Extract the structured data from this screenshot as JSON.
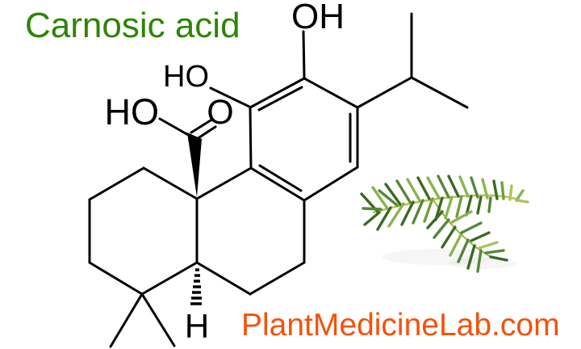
{
  "title": {
    "text": "Carnosic acid",
    "color": "#2e8506"
  },
  "website": {
    "text": "PlantMedicineLab.com",
    "color": "#f4520b"
  },
  "molecule": {
    "name": "Carnosic acid skeletal structure",
    "bond_color": "#000000",
    "labels": {
      "phenol_top": "OH",
      "phenol_left": "HO",
      "carboxyl_hydroxyl": "HO",
      "carboxyl_oxygen": "O",
      "ring_junction_hydrogen": "H"
    }
  },
  "rosemary": {
    "label": "rosemary sprig",
    "colors": {
      "stem": "#b6c156",
      "dark": "#3a6a24",
      "mid": "#55883a",
      "bright": "#6da03f",
      "light": "#88b54e",
      "pale": "#a9c463"
    }
  }
}
